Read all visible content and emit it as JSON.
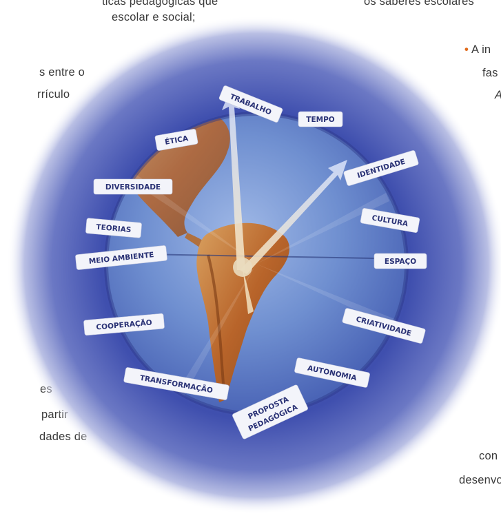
{
  "page": {
    "left_column_text": [
      "ticas pedagógicas que",
      "escolar e social;",
      "s entre o",
      "rrículo",
      "es",
      "partir",
      "dades de"
    ],
    "right_column_text": {
      "top_line": "os saberes escolares",
      "bullet_line": "A in",
      "line_2": "fas",
      "line_3": "A",
      "bottom_1": "con",
      "bottom_2": "desenvo"
    },
    "bullet_color": "#e06a1b"
  },
  "illustration": {
    "type": "globe-clock",
    "tags": [
      "TRABALHO",
      "TEMPO",
      "ÉTICA",
      "IDENTIDADE",
      "DIVERSIDADE",
      "CULTURA",
      "TEORIAS",
      "MEIO AMBIENTE",
      "ESPAÇO",
      "COOPERAÇÃO",
      "CRIATIVIDADE",
      "AUTONOMIA",
      "TRANSFORMAÇÃO",
      "PROPOSTA",
      "PEDAGÓGICA"
    ],
    "colors": {
      "outer_glow": "#3a4aa8",
      "ocean": "#6f8fd0",
      "land": "#c27a33",
      "tag_text": "#2a3275"
    }
  }
}
